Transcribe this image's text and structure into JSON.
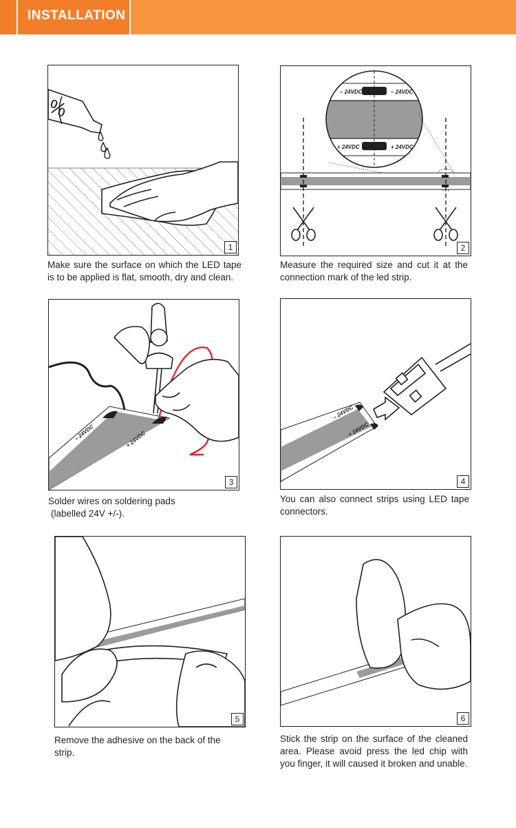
{
  "header": {
    "title": "INSTALLATION"
  },
  "colors": {
    "header": "#f7943e",
    "header_tab": "#f37e2a",
    "strip_fill": "#9b9b9b",
    "wire_red": "#e8242b"
  },
  "steps": [
    {
      "number": "1",
      "caption": "Make sure the surface on which the LED tape is to be applied is flat, smooth, dry and clean."
    },
    {
      "number": "2",
      "caption": "Measure the required size and cut it at the connection mark of the led strip.",
      "labels": {
        "neg": "– 24VDC",
        "pos": "+ 24VDC"
      }
    },
    {
      "number": "3",
      "caption_line1": "Solder wires on soldering pads",
      "caption_line2": "(labelled 24V +/-).",
      "labels": {
        "neg": "– 24VDC",
        "pos": "+ 24VDC"
      }
    },
    {
      "number": "4",
      "caption": "You can also connect strips using LED tape connectors.",
      "labels": {
        "neg": "– 24VDC",
        "pos": "+ 24VDC"
      }
    },
    {
      "number": "5",
      "caption": "Remove the adhesive on the back of the strip."
    },
    {
      "number": "6",
      "caption": "Stick the strip on the surface of the cleaned area. Please avoid press the led chip with you finger, it will caused it broken and unable."
    }
  ]
}
